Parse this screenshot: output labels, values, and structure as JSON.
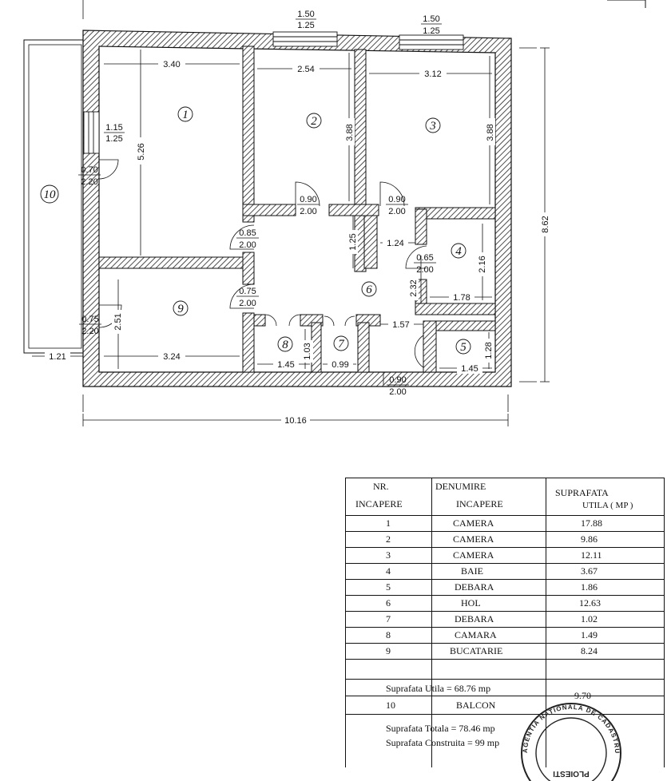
{
  "plan": {
    "dimensions": {
      "window_top_1": "1.50",
      "window_top_1_h": "1.25",
      "window_top_2": "1.50",
      "window_top_2_h": "1.25",
      "window_left": "1.15",
      "window_left_h": "1.25",
      "room1_width": "3.40",
      "room2_width": "2.54",
      "room3_width": "3.12",
      "room1_length": "5.26",
      "room2_length": "3.88",
      "room3_length": "3.88",
      "door_balcony_w": "0.70",
      "door_balcony_h": "2.20",
      "door2_w": "0.90",
      "door2_h": "2.00",
      "door3_w": "0.90",
      "door3_h": "2.00",
      "door1_w": "0.85",
      "door1_h": "2.00",
      "door9_w": "0.75",
      "door9_h": "2.00",
      "door_balcony2_w": "0.75",
      "door_balcony2_h": "2.20",
      "door4_w": "0.65",
      "door4_h": "2.00",
      "door_entry_w": "0.90",
      "door_entry_h": "2.00",
      "hall_1": "1.25",
      "hall_2": "1.24",
      "hall_3": "2.32",
      "hall_4": "1.57",
      "room4_h": "2.16",
      "room4_w": "1.78",
      "room5_h": "1.28",
      "room5_w": "1.45",
      "room9_h": "2.51",
      "room9_w": "3.24",
      "room8_w": "1.45",
      "room8_h": "1.03",
      "room7_w": "0.99",
      "balcony_w": "1.21",
      "total_width": "10.16",
      "total_depth": "8.62"
    },
    "room_labels": {
      "r1": "1",
      "r2": "2",
      "r3": "3",
      "r4": "4",
      "r5": "5",
      "r6": "6",
      "r7": "7",
      "r8": "8",
      "r9": "9",
      "r10": "10"
    }
  },
  "table": {
    "col_nr": "NR.",
    "col_nr_2": "INCAPERE",
    "col_den": "DENUMIRE",
    "col_den_2": "INCAPERE",
    "col_sup": "SUPRAFATA",
    "col_sup_2": "UTILA ( MP )",
    "rows": [
      {
        "nr": "1",
        "name": "CAMERA",
        "area": "17.88"
      },
      {
        "nr": "2",
        "name": "CAMERA",
        "area": "9.86"
      },
      {
        "nr": "3",
        "name": "CAMERA",
        "area": "12.11"
      },
      {
        "nr": "4",
        "name": "BAIE",
        "area": "3.67"
      },
      {
        "nr": "5",
        "name": "DEBARA",
        "area": "1.86"
      },
      {
        "nr": "6",
        "name": "HOL",
        "area": "12.63"
      },
      {
        "nr": "7",
        "name": "DEBARA",
        "area": "1.02"
      },
      {
        "nr": "8",
        "name": "CAMARA",
        "area": "1.49"
      },
      {
        "nr": "9",
        "name": "BUCATARIE",
        "area": "8.24"
      }
    ],
    "utila": "Suprafata Utila = 68.76 mp",
    "balcony": {
      "nr": "10",
      "name": "BALCON",
      "area": "9.70"
    },
    "totala": "Suprafata Totala = 78.46 mp",
    "construita": "Suprafata Construita = 99 mp"
  },
  "stamp": {
    "text": "AGENTIA NATIONALA DE CADASTRU SI PUBLICITATE IMOBILIARA PLOIESTI"
  }
}
